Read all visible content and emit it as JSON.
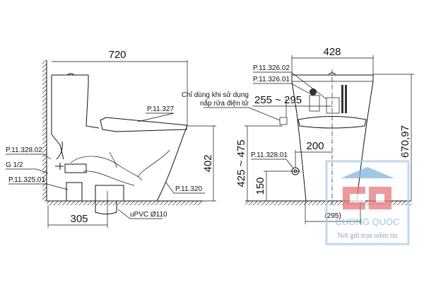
{
  "side_view": {
    "overall_length": "720",
    "seat_height": "402",
    "rough_in": "305",
    "labels": {
      "seat": "P.11.327",
      "body": "P.11.320",
      "hose": "P.11.328.02",
      "inlet": "G 1/2",
      "flange": "P.11.325.01",
      "drain": "uPVC Ø110"
    }
  },
  "front_view": {
    "overall_width": "428",
    "overall_height": "670,97",
    "outlet_height": "255 ~ 295",
    "socket_height": "425 ~ 475",
    "valve_height": "150",
    "valve_offset": "200",
    "base_width": "(295)",
    "note_line1": "Chỉ dùng khi sử dụng",
    "note_line2": "nắp rửa điện tử",
    "labels": {
      "fill_valve_top": "P.11.326.02",
      "fill_valve": "P.11.326.01",
      "stop_valve": "P.11.328.01"
    }
  },
  "watermark": {
    "brand": "CUONG QUOC",
    "slogan": "Nơi gửi trọn niềm tin",
    "logo_letters": "CQ",
    "colors": {
      "blue": "#7fb6df",
      "red": "#e8777a"
    }
  }
}
